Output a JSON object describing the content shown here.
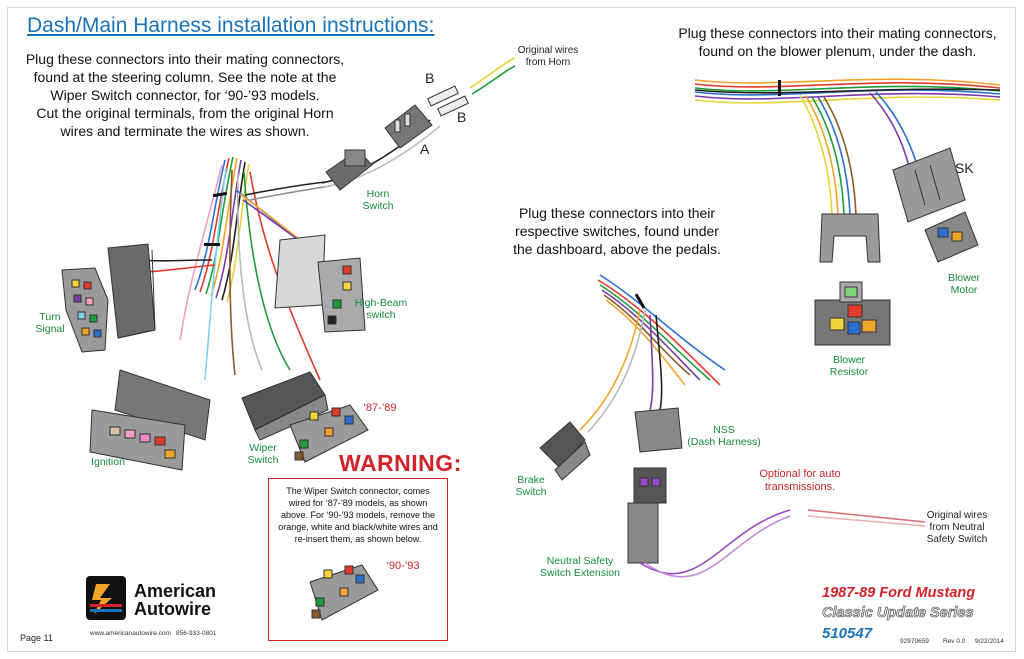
{
  "title": "Dash/Main Harness installation instructions:",
  "steering_instructions": [
    "Plug these connectors into their mating connectors,",
    "found at the steering column. See the note at the",
    "Wiper Switch connector, for ‘90-’93 models.",
    "Cut the original terminals, from the original Horn",
    "wires and terminate the wires as shown."
  ],
  "blower_instructions": [
    "Plug these connectors into their mating connectors,",
    "found on the blower plenum, under the dash."
  ],
  "pedal_instructions": [
    "Plug these connectors into their",
    "respective switches, found under",
    "the dashboard, above the pedals."
  ],
  "labels": {
    "original_wires_horn": [
      "Original wires",
      "from Horn"
    ],
    "letter_b1": "B",
    "letter_b2": "B",
    "letter_a": "A",
    "horn_switch": [
      "Horn",
      "Switch"
    ],
    "turn_signal": [
      "Turn",
      "Signal"
    ],
    "high_beam": [
      "High-Beam",
      "switch"
    ],
    "ignition": "Ignition",
    "wiper_switch": [
      "Wiper",
      "Switch"
    ],
    "years_8789": "‘87-’89",
    "sk": "SK",
    "blower_motor": [
      "Blower",
      "Motor"
    ],
    "blower_resistor": [
      "Blower",
      "Resistor"
    ],
    "nss": [
      "NSS",
      "(Dash Harness)"
    ],
    "brake_switch": [
      "Brake",
      "Switch"
    ],
    "optional_auto": [
      "Optional for auto",
      "transmissions."
    ],
    "original_wires_neutral": [
      "Original wires",
      "from Neutral",
      "Safety Switch"
    ],
    "neutral_ext": [
      "Neutral Safety",
      "Switch Extension"
    ]
  },
  "warning": {
    "heading": "WARNING:",
    "text": "The Wiper Switch connector, comes wired for ‘87-’89 models, as shown above. For ‘90-’93 models, remove the orange, white and black/white wires and re-insert them, as shown below.",
    "years": "‘90-’93"
  },
  "brand": {
    "line1": "American",
    "line2": "Autowire",
    "website": "www.americanautowire.com",
    "phone": "856-933-0801"
  },
  "product": {
    "line1": "1987-89 Ford Mustang",
    "line2": "Classic Update Series",
    "number": "510547"
  },
  "footer": {
    "page": "Page 11",
    "part": "92970659",
    "rev": "Rev 0.0",
    "date": "9/22/2014"
  },
  "colors": {
    "title_blue": "#1a73b9",
    "label_green": "#168a3a",
    "warning_red": "#d3232a"
  }
}
